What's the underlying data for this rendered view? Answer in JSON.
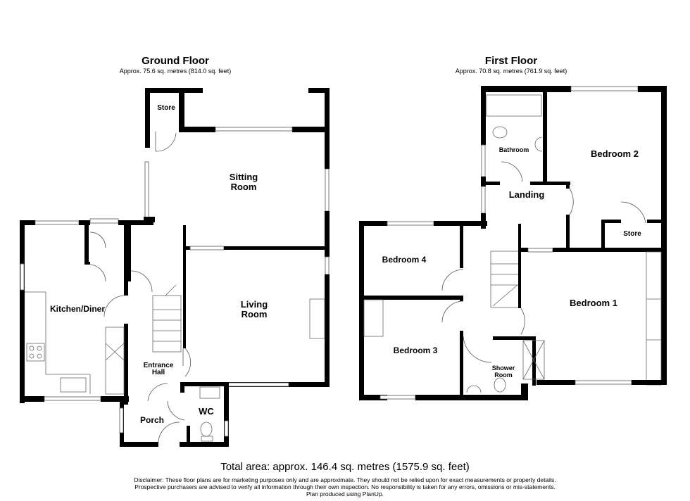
{
  "ground_floor": {
    "title": "Ground Floor",
    "area": "Approx. 75.6 sq. metres (814.0 sq. feet)",
    "rooms": {
      "store": "Store",
      "sitting_1": "Sitting",
      "sitting_2": "Room",
      "living_1": "Living",
      "living_2": "Room",
      "kitchen": "Kitchen/Diner",
      "hall_1": "Entrance",
      "hall_2": "Hall",
      "porch": "Porch",
      "wc": "WC"
    }
  },
  "first_floor": {
    "title": "First Floor",
    "area": "Approx. 70.8 sq. metres (761.9 sq. feet)",
    "rooms": {
      "bathroom": "Bathroom",
      "bedroom2": "Bedroom 2",
      "landing": "Landing",
      "store": "Store",
      "bedroom4": "Bedroom 4",
      "bedroom3": "Bedroom 3",
      "bedroom1": "Bedroom 1",
      "shower_1": "Shower",
      "shower_2": "Room"
    }
  },
  "footer": {
    "total": "Total area: approx. 146.4 sq. metres (1575.9 sq. feet)",
    "disclaimer_1": "Disclaimer: These floor plans are for marketing purposes only and are approximate. They should not be relied upon for exact measurements or property details.",
    "disclaimer_2": "Prospective purchasers are advised to verify all information through their own inspection. No responsibility is taken for any errors, omissions or mis-statements.",
    "disclaimer_3": "Plan produced using PlanUp."
  }
}
